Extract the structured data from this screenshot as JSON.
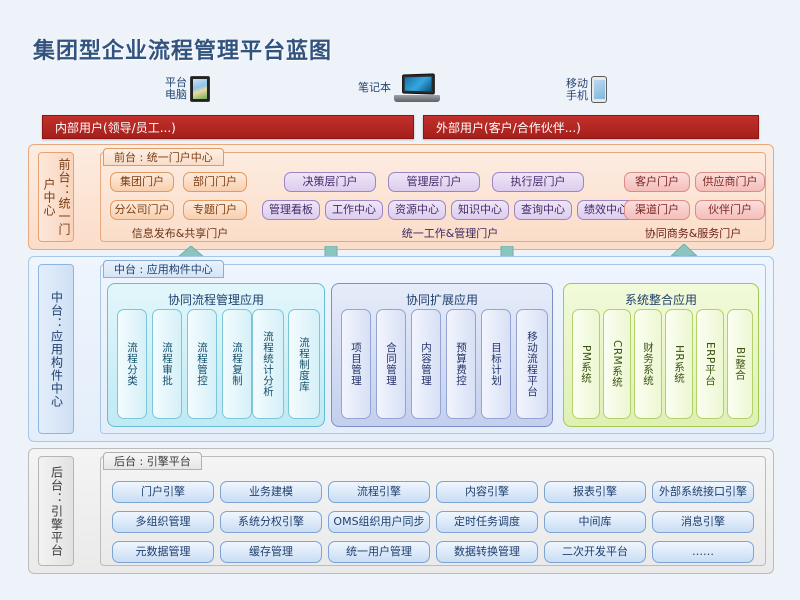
{
  "title": "集团型企业流程管理平台蓝图",
  "devices": [
    {
      "name": "tablet",
      "label": "平台\n电脑",
      "icon": "tablet-icon"
    },
    {
      "name": "laptop",
      "label": "笔记本",
      "icon": "laptop-icon"
    },
    {
      "name": "mobile",
      "label": "移动\n手机",
      "icon": "mobile-phone-icon"
    }
  ],
  "user_bars": {
    "internal": "内部用户(领导/员工...)",
    "external": "外部用户(客户/合作伙伴...)"
  },
  "front": {
    "side_label": "前台：统一门户中心",
    "tab": "前台 : 统一门户中心",
    "groups": [
      {
        "key": "info",
        "caption": "信息发布&共享门户",
        "row1": [
          "集团门户",
          "部门门户"
        ],
        "row2": [
          "分公司门户",
          "专题门户"
        ]
      },
      {
        "key": "work",
        "caption": "统一工作&管理门户",
        "row1": [
          "决策层门户",
          "管理层门户",
          "执行层门户"
        ],
        "row2": [
          "管理看板",
          "工作中心",
          "资源中心",
          "知识中心",
          "查询中心",
          "绩效中心"
        ]
      },
      {
        "key": "biz",
        "caption": "协同商务&服务门户",
        "row1": [
          "客户门户",
          "供应商门户"
        ],
        "row2": [
          "渠道门户",
          "伙伴门户"
        ]
      }
    ]
  },
  "middle": {
    "side_label": "中台：应用构件中心",
    "tab": "中台 : 应用构件中心",
    "groups": [
      {
        "key": "process",
        "title": "协同流程管理应用",
        "items": [
          "流程分类",
          "流程审批",
          "流程管控",
          "流程复制",
          "流程统计分析",
          "流程制度库"
        ]
      },
      {
        "key": "extend",
        "title": "协同扩展应用",
        "items": [
          "项目管理",
          "合同管理",
          "内容管理",
          "预算费控",
          "目标计划",
          "移动流程平台"
        ]
      },
      {
        "key": "integrate",
        "title": "系统整合应用",
        "items": [
          "PM系统",
          "CRM系统",
          "财务系统",
          "HR系统",
          "ERP平台",
          "BI整合"
        ]
      }
    ]
  },
  "back": {
    "side_label": "后台：引擎平台",
    "tab": "后台 : 引擎平台",
    "rows": [
      [
        "门户引擎",
        "业务建模",
        "流程引擎",
        "内容引擎",
        "报表引擎",
        "外部系统接口引擎"
      ],
      [
        "多组织管理",
        "系统分权引擎",
        "OMS组织用户同步",
        "定时任务调度",
        "中间库",
        "消息引擎"
      ],
      [
        "元数据管理",
        "缓存管理",
        "统一用户管理",
        "数据转换管理",
        "二次开发平台",
        "……"
      ]
    ]
  },
  "colors": {
    "page_bg": "#eef3fa",
    "user_bar_red": "#b7241f",
    "front_accent": "#e9a97f",
    "middle_accent": "#a8c6e6",
    "back_accent": "#bcbcbc",
    "arrow_teal": "#8cc5c0",
    "arrow_blue": "#79c0e3",
    "title_color": "#31537e"
  }
}
